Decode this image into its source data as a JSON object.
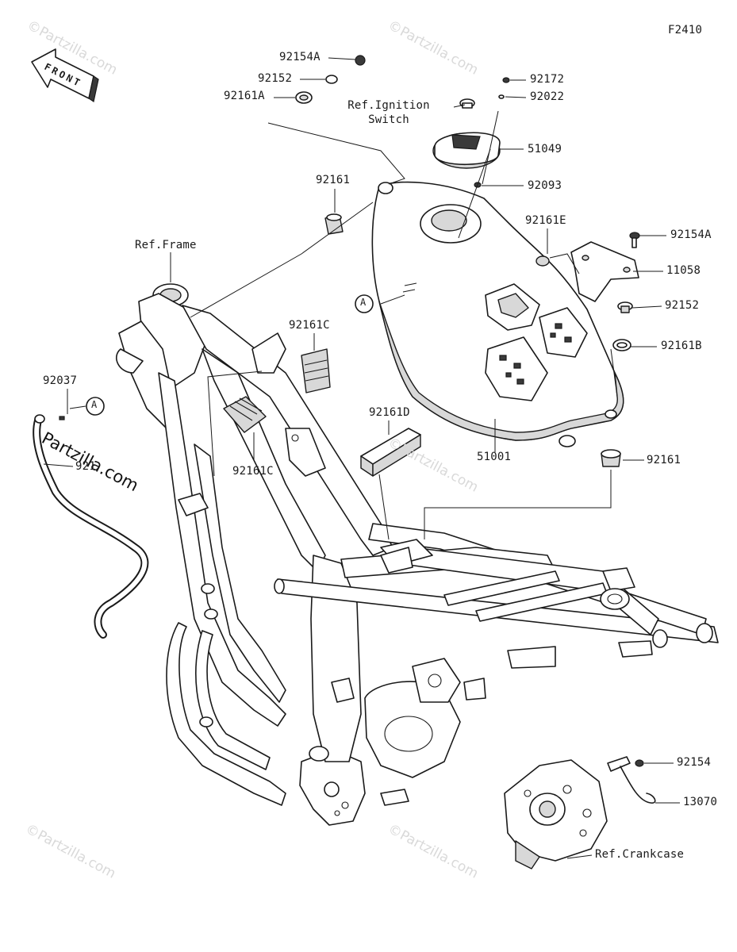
{
  "diagram": {
    "code": "F2410",
    "front_label": "FRONT",
    "watermark": "©Partzilla.com",
    "watermark_main": "Partzilla.com",
    "callouts": {
      "p92154A_top": "92154A",
      "p92152_top": "92152",
      "p92161A": "92161A",
      "ref_ignition": "Ref.Ignition\nSwitch",
      "p92172": "92172",
      "p92022": "92022",
      "p51049": "51049",
      "p92093": "92093",
      "p92161_upper": "92161",
      "ref_frame": "Ref.Frame",
      "p92161E": "92161E",
      "p92154A_right": "92154A",
      "p11058": "11058",
      "circle_a_tank": "A",
      "p92152_right": "92152",
      "p92161C_upper": "92161C",
      "p92161B": "92161B",
      "p92037": "92037",
      "circle_a_left": "A",
      "p92191": "921",
      "p92161D": "92161D",
      "p51001": "51001",
      "p92161C_lower": "92161C",
      "p92161_lower": "92161",
      "p92154": "92154",
      "p13070": "13070",
      "ref_crankcase": "Ref.Crankcase"
    }
  }
}
